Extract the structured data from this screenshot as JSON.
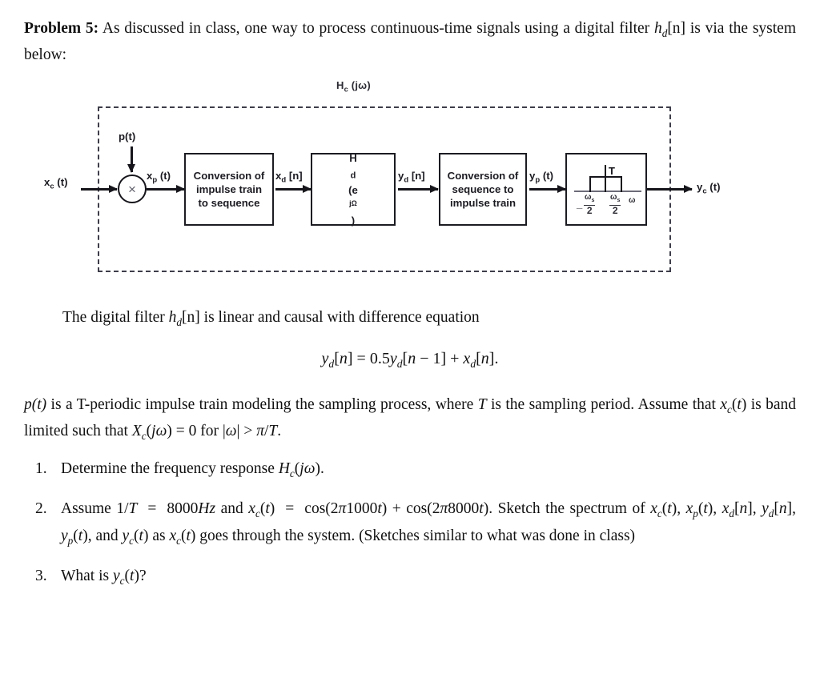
{
  "document": {
    "problem_label": "Problem 5:",
    "intro_text_1": "As discussed in class, one way to process continuous-time signals using a digital filter ",
    "intro_filter": "h",
    "intro_filter_sub": "d",
    "intro_filter_arg": "[n]",
    "intro_text_2": " is via the system below:",
    "filter_para_1": "The digital filter ",
    "filter_para_sym": "h",
    "filter_para_sym_sub": "d",
    "filter_para_sym_arg": "[n]",
    "filter_para_2": " is linear and causal with difference equation",
    "equation": "y_d[n] = 0.5y_d[n − 1] + x_d[n].",
    "pt_para_1": "p(t)",
    "pt_para_2": " is a T-periodic impulse train modeling the sampling process, where ",
    "pt_para_T": "T",
    "pt_para_3": " is the sampling period. Assume that ",
    "pt_para_xc": "x_c(t)",
    "pt_para_4": " is band limited such that ",
    "pt_para_Xc": "X_c(jω) = 0",
    "pt_para_5": " for ",
    "pt_para_cond": "|ω| > π/T",
    "pt_para_6": "."
  },
  "list": {
    "items": [
      {
        "number": "1.",
        "text_before": "Determine the frequency response ",
        "math": "H_c(jω)",
        "text_after": "."
      },
      {
        "number": "2.",
        "text_before": "Assume ",
        "math": "1/T = 8000Hz",
        "text_mid_1": " and ",
        "math_2": "x_c(t) = cos(2π1000t) + cos(2π8000t)",
        "text_mid_2": ". Sketch the spectrum of ",
        "math_3": "x_c(t), x_p(t), x_d[n], y_d[n], y_p(t),",
        "text_mid_3": " and ",
        "math_4": "y_c(t)",
        "text_mid_4": " as ",
        "math_5": "x_c(t)",
        "text_after": " goes through the system. (Sketches similar to what was done in class)"
      },
      {
        "number": "3.",
        "text_before": "What is ",
        "math": "y_c(t)",
        "text_after": "?"
      }
    ]
  },
  "diagram": {
    "system_label": "H",
    "system_label_sub": "c",
    "system_label_arg": " (jω)",
    "input_signal": "x",
    "input_signal_sub": "c",
    "input_signal_arg": " (t)",
    "p_of_t": "p(t)",
    "multiplier_glyph": "×",
    "xp_label": "x",
    "xp_label_sub": "p",
    "xp_label_arg": " (t)",
    "block1_line1": "Conversion of",
    "block1_line2": "impulse train",
    "block1_line3": "to sequence",
    "xd_label": "x",
    "xd_label_sub": "d",
    "xd_label_arg": " [n]",
    "block2_label": "H",
    "block2_label_sub": "d",
    "block2_label_arg": " (e",
    "block2_label_sup": "jΩ",
    "block2_label_end": ")",
    "yd_label": "y",
    "yd_label_sub": "d",
    "yd_label_arg": " [n]",
    "block3_line1": "Conversion of",
    "block3_line2": "sequence to",
    "block3_line3": "impulse train",
    "yp_label": "y",
    "yp_label_sub": "p",
    "yp_label_arg": " (t)",
    "lpf_gain": "T",
    "lpf_left_num": "ω",
    "lpf_left_num_sub": "s",
    "lpf_left_den": "2",
    "lpf_minus": "_",
    "lpf_right_num": "ω",
    "lpf_right_num_sub": "s",
    "lpf_right_den": "2",
    "lpf_axis_label": "ω",
    "output_signal": "y",
    "output_signal_sub": "c",
    "output_signal_arg": " (t)"
  },
  "colors": {
    "ink": "#111111",
    "diagram_ink": "#1b1b22",
    "dashed": "#3d3d4a"
  }
}
